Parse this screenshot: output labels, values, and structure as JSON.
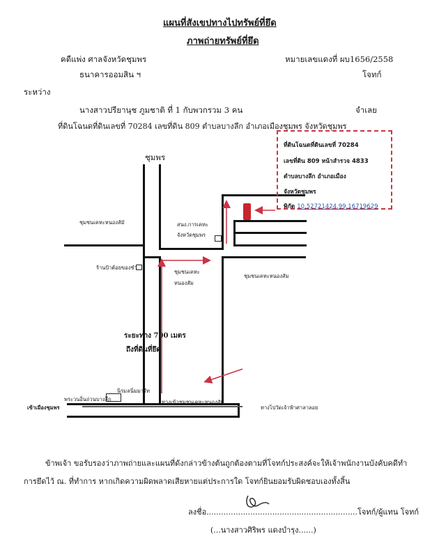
{
  "header": {
    "title": "แผนที่สังเขปทางไปทรัพย์ที่ยึด",
    "subtitle": "ภาพถ่ายทรัพย์ที่ยึด"
  },
  "case": {
    "court": "คดีแพ่ง  ศาลจังหวัดชุมพร",
    "case_number": "หมายเลขแดงที่ ผบ1656/2558",
    "plaintiff": "ธนาคารออมสิน ฯ",
    "plaintiff_role": "โจทก์",
    "between": "ระหว่าง",
    "defendant": "นางสาวปรียานุช  ภูมชาติ  ที่ 1 กับพวกรวม 3  คน",
    "defendant_role": "จำเลย",
    "land_line": "ที่ดินโฉนดที่ดินเลขที่  70284  เลขที่ดิน  809  ตำบลบางลึก  อำเภอเมืองชุมพร  จังหวัดชุมพร"
  },
  "callout": {
    "line1": "ที่ดินโฉนดที่ดินเลขที่ 70284",
    "line2": "เลขที่ดิน 809 หน้าสำรวจ 4833",
    "line3": "ตำบลบางลึก  อำเภอเมือง",
    "line4": "จังหวัดชุมพร",
    "coord_label": "พิกัด",
    "coord_value": "10.52721424,99.16719629"
  },
  "map_labels": {
    "north_top": "ชุมพร",
    "community_left": "ชุมชนเคหะหนองสัมั",
    "police": "สนง.การเคหะ",
    "police2": "จังหวัดชุมพร",
    "shop": "ร้านป้าต้อยของชำ",
    "community_center1": "ชุมชนเคหะ",
    "community_center2": "หนองสัม",
    "community_right": "ชุมชนเคหะหนองสัม",
    "distance": "ระยะทาง  700  เมตร",
    "arrive": "ถึงที่ดินที่ยึด",
    "lodging": "นิรมลนิ่มมารีท",
    "sport": "พระวนอิ่นถ่วนบางลึก",
    "town": "เข้าเมืองชุมพร",
    "entrance": "ทางเข้าชุมชนเคหะหนองสัม",
    "temple_road": "ทางไปวัดเจ้าฟ้าศาลาลอย"
  },
  "certification": {
    "line1": "ข้าพเจ้า  ขอรับรองว่าภาพถ่ายและแผนที่ดังกล่าวข้างต้นถูกต้องตามที่โจทก์ประสงค์จะให้เจ้าพนักงานบังคับคดีทำ",
    "line2": "การยึดไว้ ณ. ที่ทำการ  หากเกิดความผิดพลาดเสียหายแต่ประการใด  โจทก์ยินยอมรับผิดชอบเองทั้งสิ้น"
  },
  "signature": {
    "sign_prefix": "ลงชื่อ",
    "dots_left": ".................................",
    "dots_right": ".............................",
    "role": "โจทก์/ผู้แทน โจทก์",
    "name": "(...นางสาวศิริพร  แดงบำรุง......)"
  },
  "colors": {
    "route": "#cc3344",
    "road": "#111111",
    "callout_border": "#cc3344",
    "link": "#2a5db0"
  }
}
